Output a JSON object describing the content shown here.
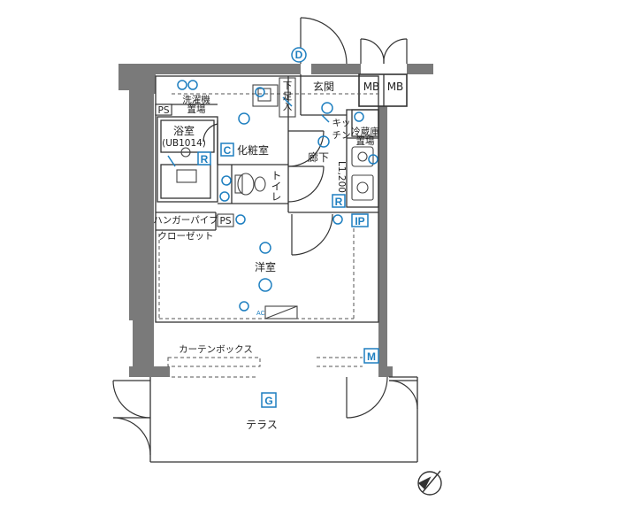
{
  "colors": {
    "wall": "#7a7a7a",
    "line": "#333333",
    "dash": "#555555",
    "accent": "#1e7fc0"
  },
  "rooms": {
    "entrance": "玄関",
    "bath": "浴室",
    "bath_model": "(UB1014)",
    "washer": "洗濯機",
    "washer_place": "置場",
    "vanity": "化粧室",
    "hallway": "廊下",
    "toilet": "トイレ",
    "kitchen_line1": "キッ",
    "kitchen_line2": "チン",
    "kitchen_size": "L1,200",
    "fridge": "冷蔵庫",
    "fridge_place": "置場",
    "shoe_box_line1": "下",
    "shoe_box_line2": "足",
    "shoe_box_line3": "入",
    "hanger_pipe": "ハンガーパイプ",
    "closet": "クローゼット",
    "western_room": "洋室",
    "curtain_box": "カーテンボックス",
    "terrace": "テラス"
  },
  "badges": {
    "ps1": "PS",
    "ps2": "PS",
    "mb1": "MB",
    "mb2": "MB",
    "c": "C",
    "r1": "R",
    "r2": "R",
    "ip": "IP",
    "m": "M",
    "g": "G",
    "d": "D",
    "ac": "AC"
  },
  "icons": [
    "outlet-icon",
    "light-fixture-icon",
    "smoke-detector-icon",
    "compass-north-icon"
  ]
}
